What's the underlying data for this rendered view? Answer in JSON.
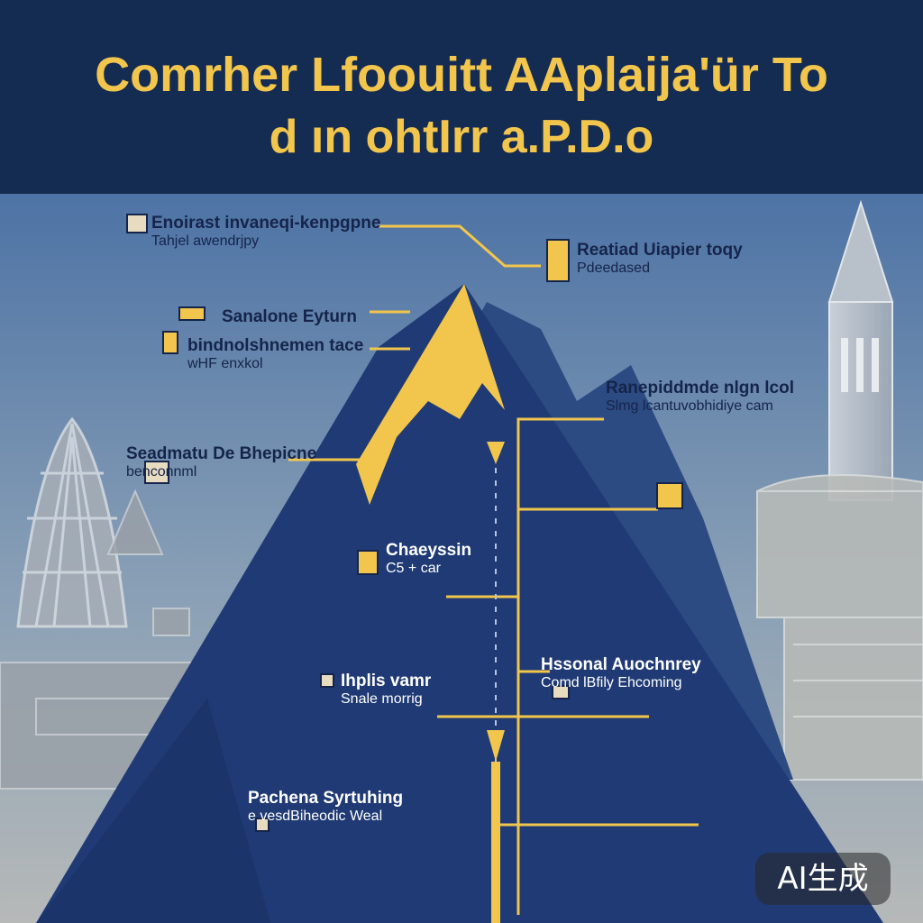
{
  "header": {
    "title_line1": "Comrher Lfoouitt AAplaija'ür To",
    "title_line2": "d   ın ohtIrr a.P.D.o"
  },
  "labels": [
    {
      "id": "tl",
      "line1": "Enoirast invaneqi-kenpgpne",
      "line2": "Tahjel awendrjpy"
    },
    {
      "id": "tr",
      "line1": "Reatiad Uiapier toqy",
      "line2": "Pdeedased"
    },
    {
      "id": "ml1",
      "line1": "Sanalone Eyturn",
      "line2": ""
    },
    {
      "id": "ml2",
      "line1": "bindnolshnemen tace",
      "line2": "wHF enxkol"
    },
    {
      "id": "mr",
      "line1": "Ranepiddmde nlgn lcol",
      "line2": "Slmg lcantuvobhidiye cam"
    },
    {
      "id": "l3",
      "line1": "Seadmatu De Bhepicne",
      "line2": "benconnml"
    },
    {
      "id": "c1",
      "line1": "Chaeyssin",
      "line2": "C5 + car"
    },
    {
      "id": "r4",
      "line1": "Hssonal Auochnrey",
      "line2": "Comd lBfily Ehcoming"
    },
    {
      "id": "l4",
      "line1": "Ihplis vamr",
      "line2": "Snale morrig"
    },
    {
      "id": "bot",
      "line1": "Pachena Syrtuhing",
      "line2": "e vesdBiheodic Weal"
    }
  ],
  "badge": "AI生成",
  "colors": {
    "header_bg": "#142b52",
    "title": "#f2c64d",
    "mountain": "#1f3a74",
    "snow": "#f2c64d",
    "connector": "#f2c64d",
    "label_text": "#15244a"
  }
}
